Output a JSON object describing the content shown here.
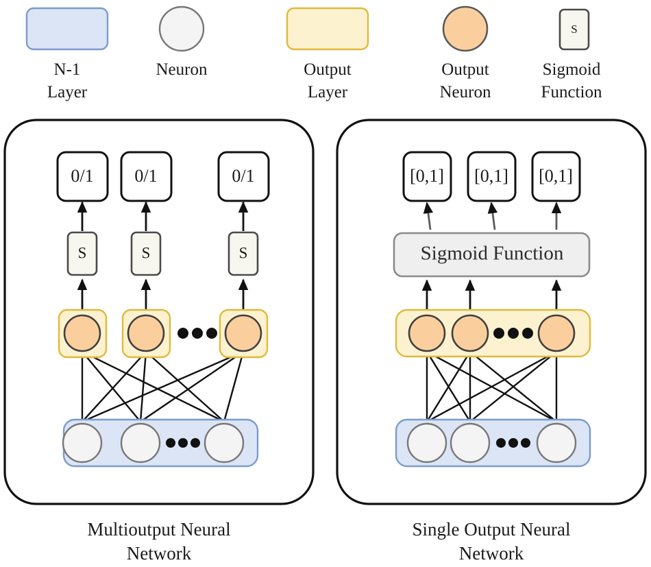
{
  "legend": {
    "items": [
      {
        "id": "n1-layer",
        "shape": "rounded-rect",
        "fill": "#dbe5f5",
        "stroke": "#7a9ccc",
        "label_line1": "N-1",
        "label_line2": "Layer"
      },
      {
        "id": "neuron",
        "shape": "circle",
        "fill": "#f4f4f4",
        "stroke": "#777777",
        "label_line1": "Neuron",
        "label_line2": ""
      },
      {
        "id": "output-layer",
        "shape": "rounded-rect",
        "fill": "#fdf2cf",
        "stroke": "#e0b93c",
        "label_line1": "Output",
        "label_line2": "Layer"
      },
      {
        "id": "output-neuron",
        "shape": "circle",
        "fill": "#fbcf9d",
        "stroke": "#5a5a5a",
        "label_line1": "Output",
        "label_line2": "Neuron"
      },
      {
        "id": "sigmoid-function",
        "shape": "small-box",
        "fill": "#f7f7ef",
        "stroke": "#4a4a4a",
        "glyph": "S",
        "label_line1": "Sigmoid",
        "label_line2": "Function"
      }
    ]
  },
  "panels": [
    {
      "id": "multioutput",
      "caption_line1": "Multioutput Neural",
      "caption_line2": "Network",
      "output_boxes": [
        "0/1",
        "0/1",
        "0/1"
      ],
      "sigmoid_boxes": [
        "S",
        "S",
        "S"
      ],
      "sigmoid_shared": false,
      "output_layer_grouped": false,
      "output_neurons": 3,
      "input_neurons": 3,
      "ellipsis_output": "•••",
      "ellipsis_input": "•••"
    },
    {
      "id": "single-output",
      "caption_line1": "Single Output Neural",
      "caption_line2": "Network",
      "output_boxes": [
        "[0,1]",
        "[0,1]",
        "[0,1]"
      ],
      "sigmoid_shared": true,
      "sigmoid_bar_label": "Sigmoid Function",
      "output_layer_grouped": true,
      "output_neurons": 3,
      "input_neurons": 3,
      "ellipsis_output": "•••",
      "ellipsis_input": "•••"
    }
  ],
  "colors": {
    "input_layer_fill": "#dbe5f5",
    "input_layer_stroke": "#7a9ccc",
    "output_layer_fill": "#fdf2cf",
    "output_layer_stroke": "#e0b93c",
    "neuron_fill": "#f4f4f4",
    "neuron_stroke": "#777777",
    "output_neuron_fill": "#fbcf9d",
    "output_neuron_stroke": "#5a5a5a",
    "sigmoid_box_fill": "#f7f7ef",
    "sigmoid_box_stroke": "#4a4a4a",
    "sigmoid_bar_fill": "#efefef",
    "sigmoid_bar_stroke": "#8a8a8a",
    "panel_stroke": "#111111",
    "edge_stroke": "#111111",
    "text": "#1a1a1a"
  }
}
